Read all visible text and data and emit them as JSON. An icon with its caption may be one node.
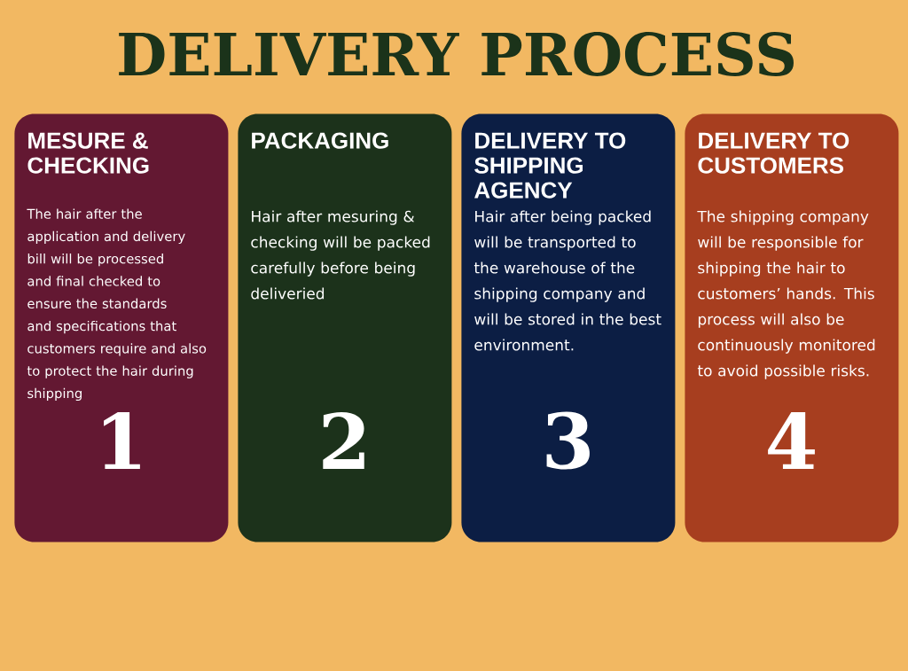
{
  "diagram": {
    "title": "DELIVERY PROCESS",
    "nodes": [
      {
        "text": [
          "MESURE & CHECKING",
          "The hair after the application and delivery bill will be processed and final checked to ensure the standards and specifications that customers require and also to protect the hair during shipping",
          "1"
        ]
      },
      {
        "text": [
          "PACKAGING",
          "Hair after mesuring & checking will be packed carefully before being deliveried",
          "2"
        ]
      },
      {
        "text": [
          "DELIVERY TO SHIPPING AGENCY",
          "Hair after being packed will be transported to the warehouse of the shipping company and will be stored in the best environment.",
          "3"
        ]
      },
      {
        "text": [
          "DELIVERY TO CUSTOMERS",
          "The shipping company will be responsible for shipping the hair to customers’ hands. This process will also be continuously monitored to avoid possible risks.",
          "4"
        ]
      }
    ]
  }
}
